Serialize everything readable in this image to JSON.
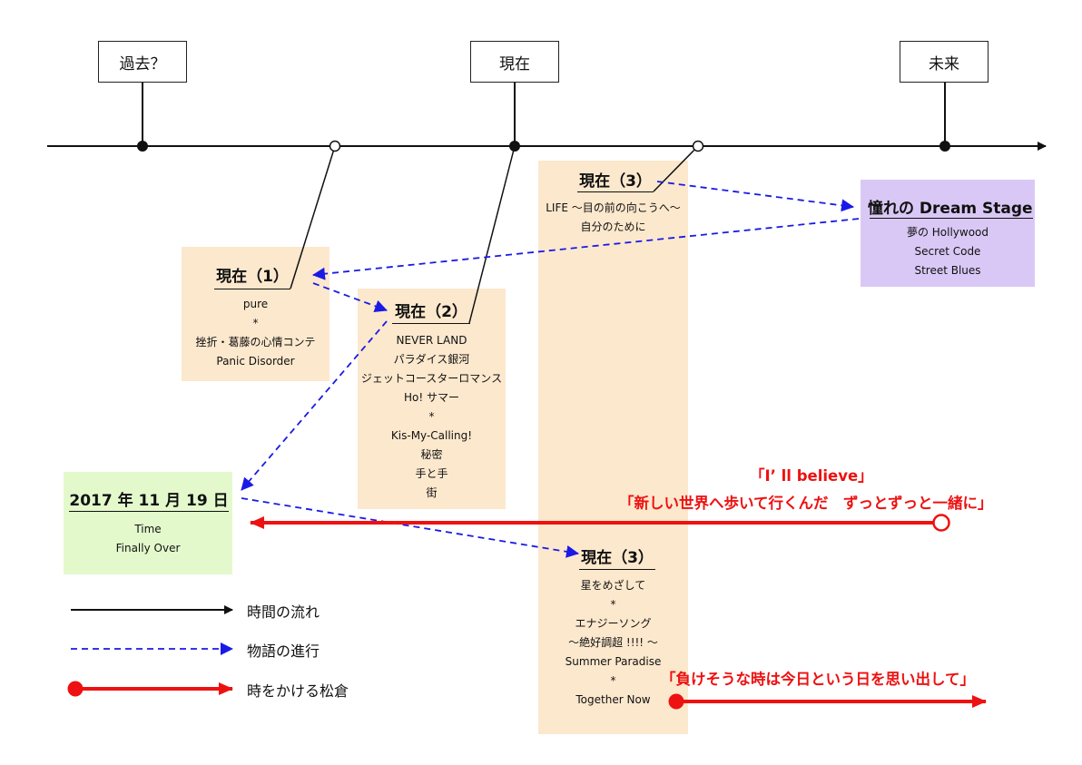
{
  "timeline_markers": {
    "past": "過去？",
    "present": "現在",
    "future": "未来"
  },
  "nodes": {
    "present1": {
      "title": "現在（1）",
      "songs": [
        "pure",
        "*",
        "挫折・葛藤の心情コンテ",
        "Panic Disorder"
      ]
    },
    "present2": {
      "title": "現在（2）",
      "songs": [
        "NEVER LAND",
        "パラダイス銀河",
        "ジェットコースターロマンス",
        "Ho! サマー",
        "*",
        "Kis-My-Calling!",
        "秘密",
        "手と手",
        "街"
      ]
    },
    "present3_top": {
      "title": "現在（3）",
      "songs": [
        "LIFE 〜目の前の向こうへ〜",
        "自分のために"
      ]
    },
    "dream_stage": {
      "title": "憧れの Dream Stage",
      "songs": [
        "夢の Hollywood",
        "Secret Code",
        "Street Blues"
      ]
    },
    "date_node": {
      "title": "2017 年 11 月 19 日",
      "songs": [
        "Time",
        "Finally Over"
      ]
    },
    "present3_bottom": {
      "title": "現在（3）",
      "songs": [
        "星をめざして",
        "*",
        "エナジーソング",
        "〜絶好調超 !!!! 〜",
        "Summer Paradise",
        "*",
        "Together Now"
      ]
    }
  },
  "quotes": {
    "ill_believe": "「I’ ll believe」",
    "together_forever": "「新しい世界へ歩いて行くんだ　ずっとずっと一緒に」",
    "remember_today": "「負けそうな時は今日という日を思い出して」"
  },
  "legend": {
    "flow_of_time": "時間の流れ",
    "story_progress": "物語の進行",
    "time_traveler": "時をかける松倉"
  },
  "colors": {
    "peach_box": "#fce8cd",
    "lavender_box": "#d9c8f5",
    "green_box": "#e3f9cc",
    "dashed_blue": "#1a1ae6",
    "red": "#ee1111",
    "timeline": "#111111"
  }
}
